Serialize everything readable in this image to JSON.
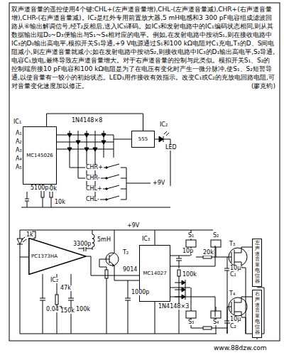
{
  "diagram": {
    "nodes": [
      {
        "text": [
          "MC145026"
        ]
      },
      {
        "text": [
          "555"
        ]
      },
      {
        "text": [
          "PC1373HA"
        ]
      },
      {
        "text": [
          "MC14027"
        ]
      },
      {
        "text": [
          "左声道音量电位器"
        ]
      },
      {
        "text": [
          "右声道音量电位器"
        ]
      }
    ],
    "edges": [
      {
        "from": 0,
        "to": 1,
        "arrow": "none"
      },
      {
        "from": 2,
        "to": 3,
        "arrow": "none"
      }
    ],
    "labels": [
      "双声道音量的遥控使用4个键:CHL+(左声道音量增),CHL-(左声道音量减),CHR+(右声道音量增),CHR-(右声道音量减)。IC₂是红外专用前置放大器,5 mH电感和3 300 pF电容组成滤波回路从⑥输出解调信号,经T₂反相后,送入IC₃译码。如IC₃和发射电路中的IC₁编码状态相同,则从其数据输出端D₀~D₃便输出与S₁~S₄相对应的电平。例如,在发射电路中按动S₁,则在接收电路中IC₃的D₀输出高电平,模拟开关S₁导通,+9 V电源通过S₁和100 kΩ电阻对C₁充电,T₃的D、S间电阻减小,则左声道音量就减小;如在发射电路中按动S₂,则接收电路中IC₃的D₁输出高电平,S₂导通,电容C₁放电,最终导致左声道音量增大。对于右声道音量的控制与此类似。模拟开关S₁、S₂的控制端所接10 pF电容和100 kΩ电阻是为了在电压有变化时产生一微分脉冲,使S₁、S₂短暂导通,以使音量有一较小的初始状态。LED₁用作接收有效指示。改变C₁或C₂的充放电回路电阻,可对音量变化速度加以修正。",
      "(廖克钧)",
      "IC₁",
      "A₁",
      "A₂",
      "A₃",
      "A₄",
      "A₅",
      "1N4148×8",
      "IC₂",
      "LED",
      "50k",
      "5100p",
      "10k",
      "CHR+",
      "CHR-",
      "CHL+",
      "CHL-",
      "+9V",
      "1k",
      "IC₂",
      "3300p",
      "5mH",
      "T₂",
      "9014",
      "+9V",
      "47k",
      "1000p",
      "0.047μ",
      "150k",
      "100k",
      "IC₃",
      "S₁",
      "S₂",
      "10p",
      "100k",
      "20k",
      "C₁",
      "10μ",
      "1N4148×3",
      "S₃",
      "S₄",
      "C₂",
      "10μ",
      "T₃",
      "T₄",
      "www.88dzw.com"
    ]
  }
}
